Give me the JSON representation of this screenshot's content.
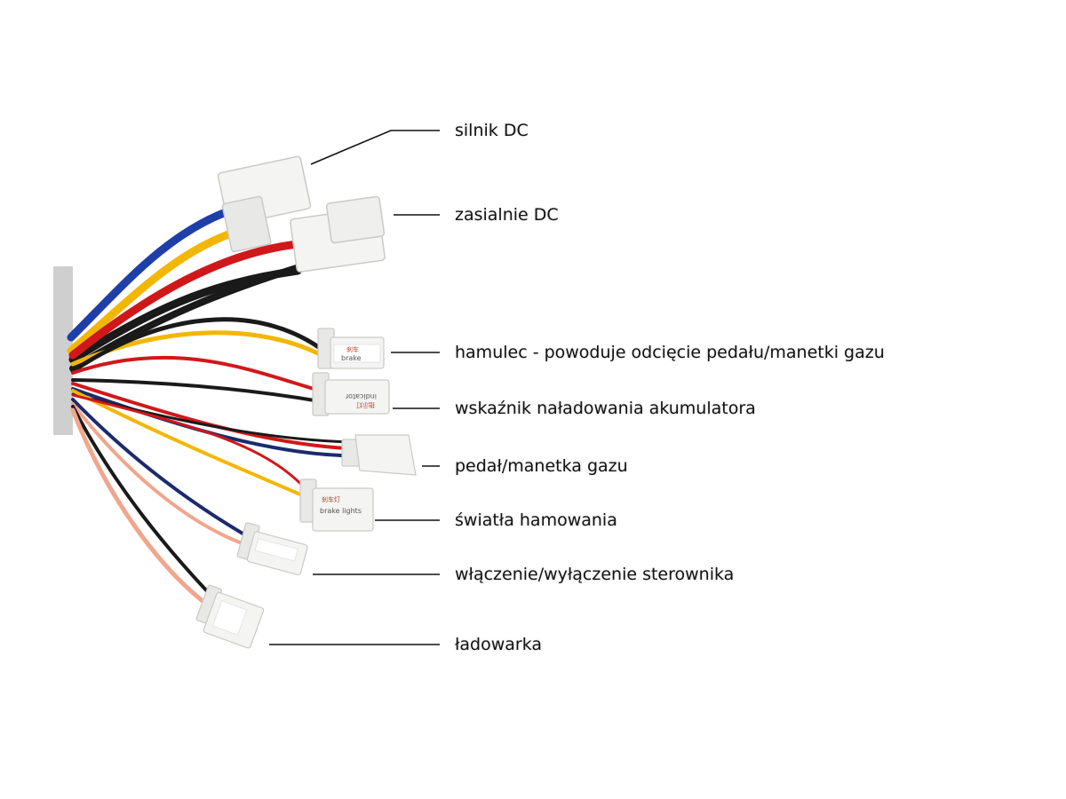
{
  "labels": {
    "motor": "silnik DC",
    "power": "zasialnie DC",
    "brake": "hamulec - powoduje odcięcie pedału/manetki gazu",
    "indicator": "wskaźnik naładowania akumulatora",
    "throttle": "pedał/manetka gazu",
    "brake_lights": "światła hamowania",
    "switch": "włączenie/wyłączenie sterownika",
    "charger": "ładowarka"
  },
  "connector_tags": {
    "brake": "brake",
    "brake_cn": "刹车",
    "indicator": "indicator",
    "indicator_cn": "指示灯",
    "brake_lights": "brake lights",
    "brake_lights_cn": "刹车灯"
  },
  "wire_colors": {
    "blue": "#1f3fa8",
    "yellow": "#f2b705",
    "red": "#d0181b",
    "black": "#1a1a1a",
    "pink": "#f0a68c",
    "dark_blue": "#1c2a6e",
    "connector": "#f4f4f2",
    "connector_shade": "#d9d9d6"
  }
}
